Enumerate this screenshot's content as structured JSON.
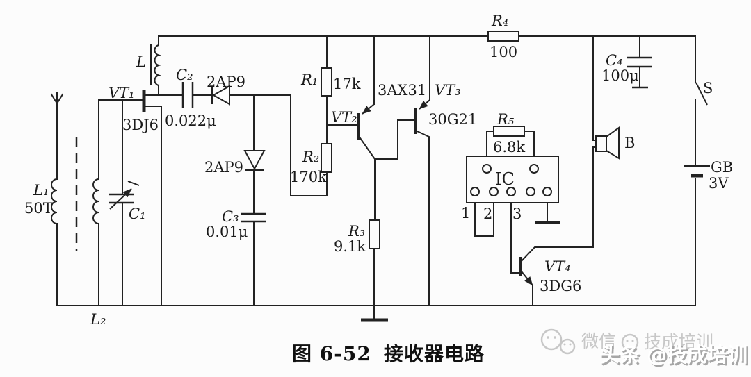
{
  "schematic": {
    "caption": {
      "fig": "图 6-52",
      "title": "接收器电路"
    },
    "components": {
      "antenna": {
        "desc": "antenna-down-arrow"
      },
      "l1": {
        "name": "L₁",
        "value": "50T"
      },
      "l2": {
        "name": "L₂"
      },
      "c1": {
        "name": "C₁"
      },
      "vt1": {
        "name": "VT₁",
        "model": "3DJ6"
      },
      "l": {
        "name": "L"
      },
      "c2": {
        "name": "C₂",
        "value": "0.022μ"
      },
      "d1": {
        "model": "2AP9"
      },
      "d2": {
        "model": "2AP9"
      },
      "c3": {
        "name": "C₃",
        "value": "0.01μ"
      },
      "r1": {
        "name": "R₁",
        "value": "17k"
      },
      "r2": {
        "name": "R₂",
        "value": "170k"
      },
      "r3": {
        "name": "R₃",
        "value": "9.1k"
      },
      "r4": {
        "name": "R₄",
        "value": "100"
      },
      "r5": {
        "name": "R₅",
        "value": "6.8k"
      },
      "vt2": {
        "name": "VT₂",
        "model": "3AX31"
      },
      "vt3": {
        "name": "VT₃",
        "model": "30G21"
      },
      "vt4": {
        "name": "VT₄",
        "model": "3DG6"
      },
      "ic": {
        "name": "IC",
        "pins": [
          "1",
          "2",
          "3"
        ]
      },
      "speaker": {
        "name": "B"
      },
      "c4": {
        "name": "C₄",
        "value": "100μ"
      },
      "switch": {
        "name": "S"
      },
      "battery": {
        "name": "GB",
        "value": "3V"
      }
    },
    "colors": {
      "line": "#222222",
      "background": "#fcfcfc"
    }
  },
  "watermark": {
    "wechat_label": "微信",
    "account": "技成培训",
    "toutiao": "头条 @技成培训"
  }
}
